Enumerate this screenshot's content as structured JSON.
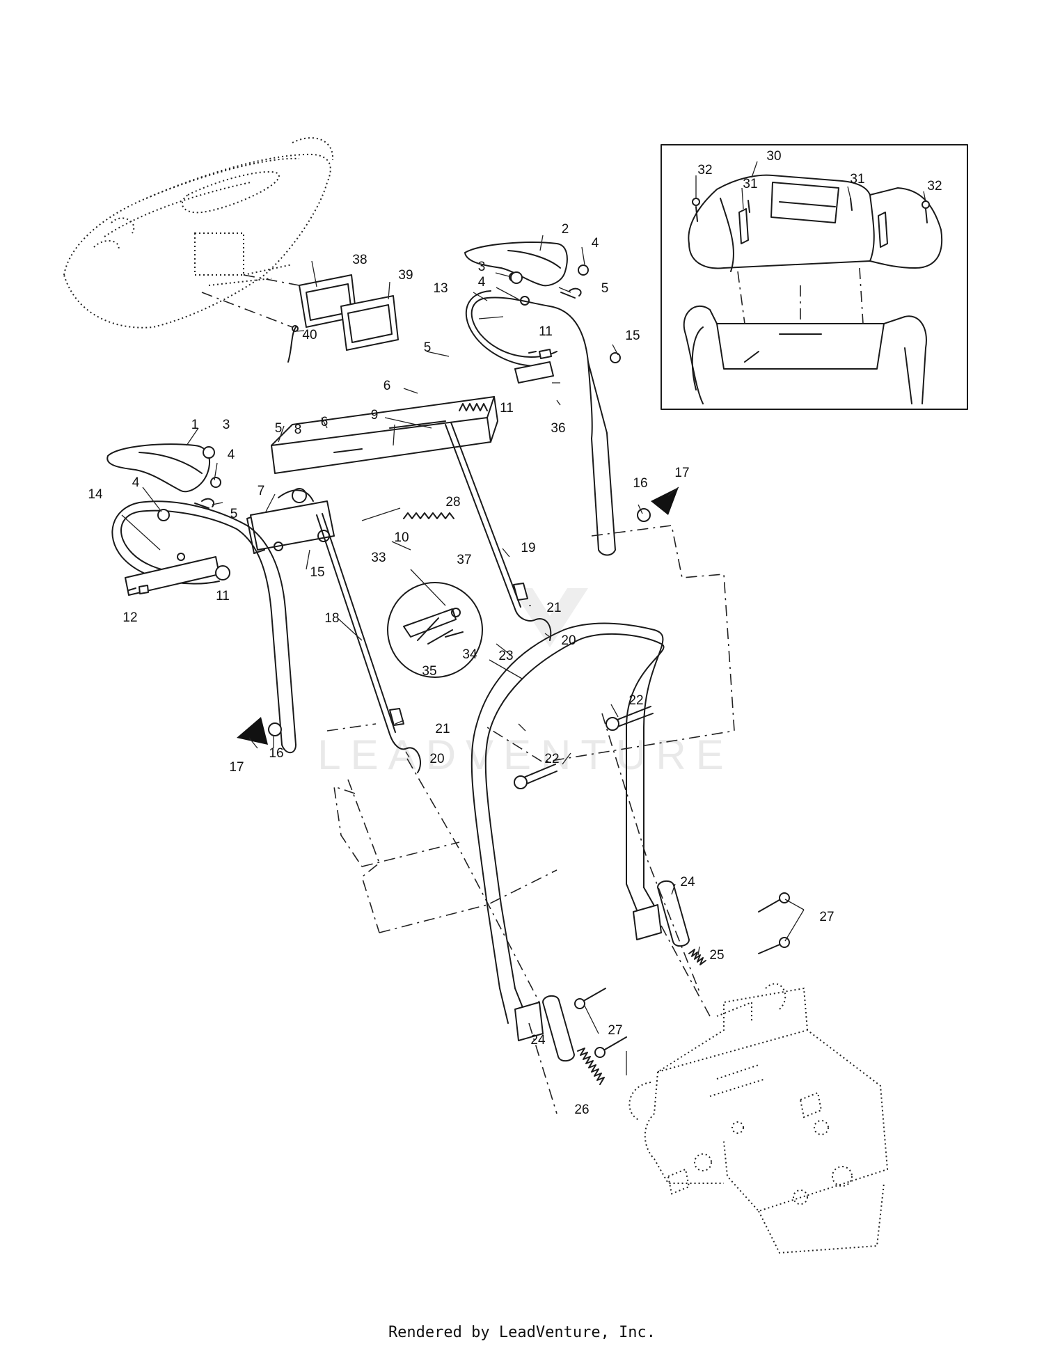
{
  "footer": {
    "credit": "Rendered by LeadVenture, Inc."
  },
  "watermark": {
    "text": "LEADVENTURE"
  },
  "callouts": {
    "c1": "1",
    "c2": "2",
    "c3a": "3",
    "c3b": "3",
    "c4a": "4",
    "c4b": "4",
    "c4c": "4",
    "c4d": "4",
    "c5a": "5",
    "c5b": "5",
    "c5c": "5",
    "c5d": "5",
    "c6a": "6",
    "c6b": "6",
    "c7": "7",
    "c8": "8",
    "c9": "9",
    "c10": "10",
    "c11a": "11",
    "c11b": "11",
    "c11c": "11",
    "c12": "12",
    "c13": "13",
    "c14": "14",
    "c15a": "15",
    "c15b": "15",
    "c16a": "16",
    "c16b": "16",
    "c17a": "17",
    "c17b": "17",
    "c18": "18",
    "c19": "19",
    "c20a": "20",
    "c20b": "20",
    "c21a": "21",
    "c21b": "21",
    "c22a": "22",
    "c22b": "22",
    "c23": "23",
    "c24a": "24",
    "c24b": "24",
    "c25": "25",
    "c26": "26",
    "c27a": "27",
    "c27b": "27",
    "c28": "28",
    "c30": "30",
    "c31a": "31",
    "c31b": "31",
    "c32a": "32",
    "c32b": "32",
    "c33": "33",
    "c34": "34",
    "c35": "35",
    "c36": "36",
    "c37": "37",
    "c38": "38",
    "c39": "39",
    "c40": "40"
  }
}
